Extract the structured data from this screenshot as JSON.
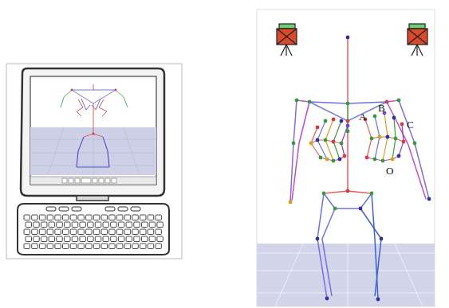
{
  "diagram": {
    "labels": [
      "A",
      "B",
      "C",
      "O"
    ]
  }
}
